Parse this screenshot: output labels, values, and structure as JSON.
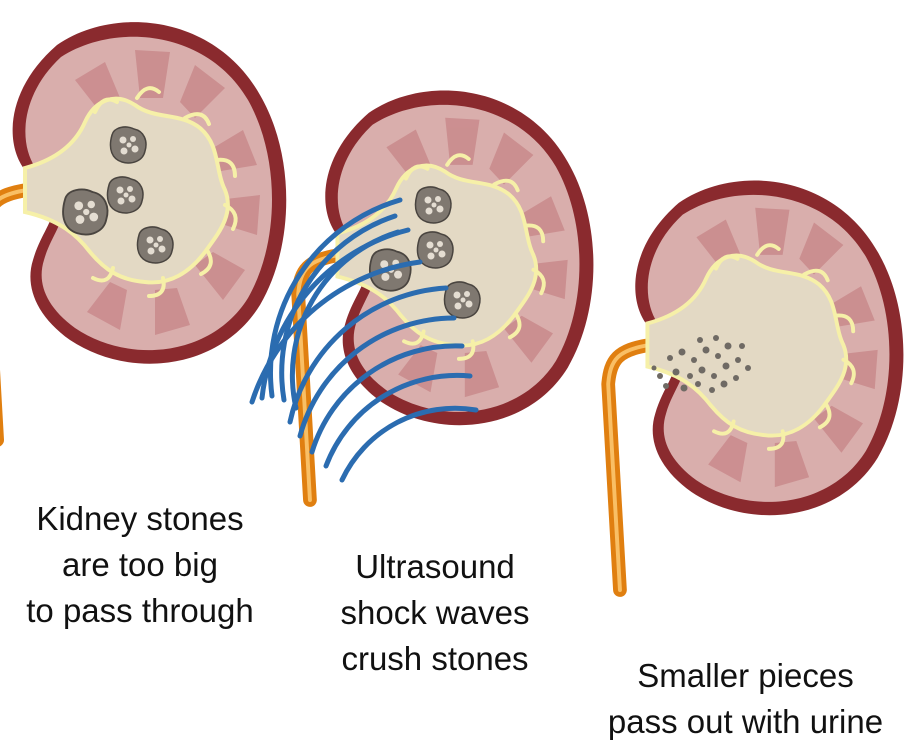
{
  "colors": {
    "capsule": "#8a2a2e",
    "cortex": "#d9aeac",
    "pyramid_streak": "#c98a8c",
    "pelvis": "#e3d9c4",
    "pelvis_outline": "#f6f0a8",
    "ureter": "#f0921c",
    "ureter_highlight": "#ffd07a",
    "stone": "#7f7870",
    "stone_light": "#e4ddd2",
    "shock_wave": "#2b6cb0"
  },
  "icons": [
    "kidney-icon",
    "kidney-stone-icon",
    "shock-wave-icon",
    "ureter-icon"
  ],
  "panels": [
    {
      "caption_lines": [
        "Kidney stones",
        "are too big",
        "to pass through"
      ]
    },
    {
      "caption_lines": [
        "Ultrasound",
        "shock waves",
        "crush stones"
      ]
    },
    {
      "caption_lines": [
        "Smaller pieces",
        "pass out with urine"
      ]
    }
  ]
}
